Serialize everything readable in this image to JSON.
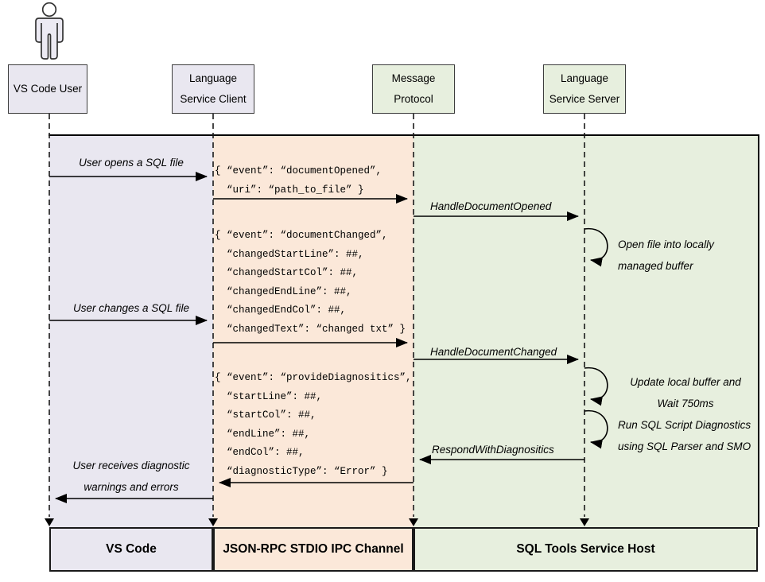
{
  "actors": {
    "user": {
      "line1": "VS Code User",
      "line2": ""
    },
    "client": {
      "line1": "Language",
      "line2": "Service Client"
    },
    "protocol": {
      "line1": "Message",
      "line2": "Protocol"
    },
    "server": {
      "line1": "Language",
      "line2": "Service Server"
    }
  },
  "lanes": {
    "vscode": {
      "footer": "VS Code"
    },
    "ipc": {
      "footer": "JSON-RPC STDIO IPC Channel"
    },
    "host": {
      "footer": "SQL Tools Service Host"
    }
  },
  "colors": {
    "lane_vscode": "#e9e7f0",
    "lane_ipc": "#fbe8d9",
    "lane_host": "#e7efde",
    "line": "#000000"
  },
  "labels": {
    "user_opens": "User opens a SQL file",
    "user_changes": "User changes a SQL file",
    "user_receives_1": "User receives diagnostic",
    "user_receives_2": "warnings and errors",
    "handle_opened": "HandleDocumentOpened",
    "handle_changed": "HandleDocumentChanged",
    "respond_diag": "RespondWithDiagnositics",
    "open_file_1": "Open file into locally",
    "open_file_2": "managed buffer",
    "update_1": "Update local buffer and",
    "update_2": "Wait 750ms",
    "run_1": "Run SQL Script Diagnostics",
    "run_2": "using SQL Parser and SMO"
  },
  "messages": {
    "document_opened": [
      "{ “event”: “documentOpened”,",
      "  “uri”: “path_to_file” }"
    ],
    "document_changed": [
      "{ “event”: “documentChanged”,",
      "  “changedStartLine”: ##,",
      "  “changedStartCol”: ##,",
      "  “changedEndLine”: ##,",
      "  “changedEndCol”: ##,",
      "  “changedText”: “changed txt” }"
    ],
    "provide_diagnostics": [
      "{ “event”: “provideDiagnositics”,",
      "  “startLine”: ##,",
      "  “startCol”: ##,",
      "  “endLine”: ##,",
      "  “endCol”: ##,",
      "  “diagnosticType”: “Error” }"
    ]
  }
}
